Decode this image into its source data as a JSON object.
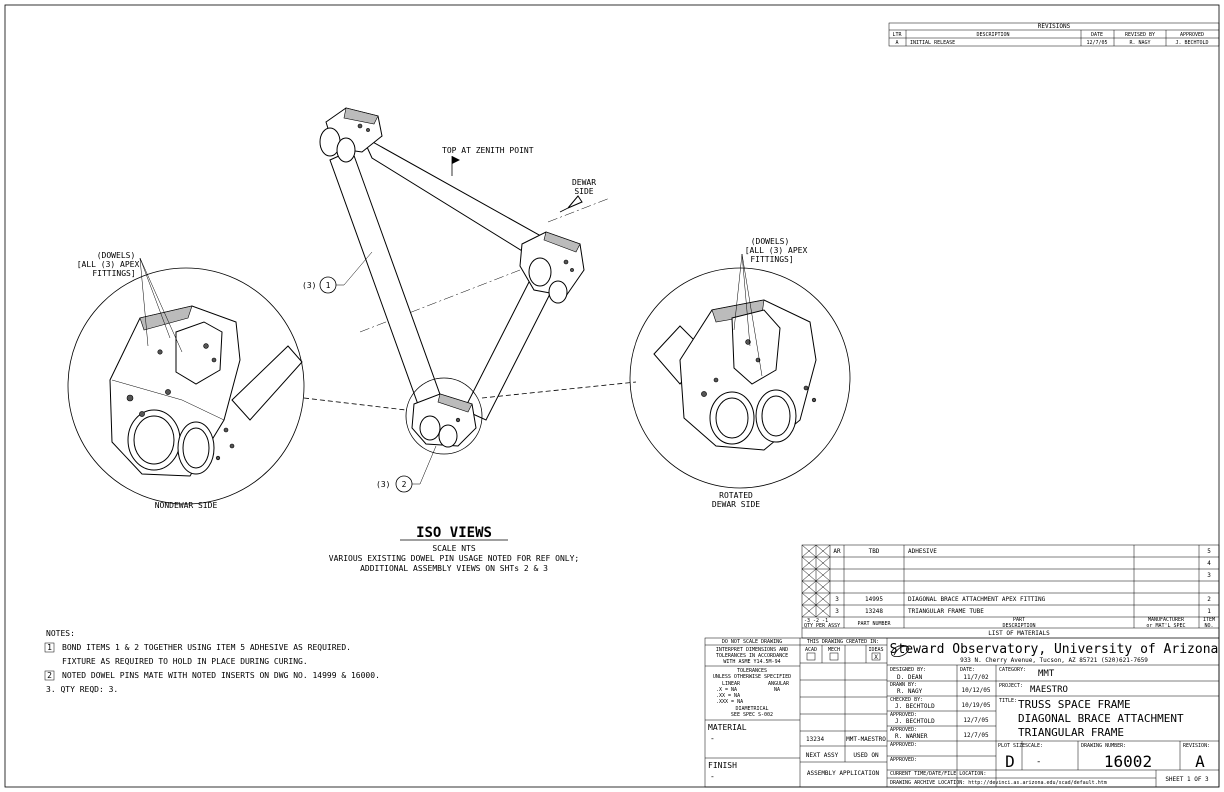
{
  "revisions": {
    "heading": "REVISIONS",
    "cols": [
      "LTR",
      "DESCRIPTION",
      "DATE",
      "REVISED BY",
      "APPROVED"
    ],
    "rows": [
      [
        "A",
        "INITIAL RELEASE",
        "12/7/05",
        "R. NAGY",
        "J. BECHTOLD"
      ]
    ]
  },
  "callouts": {
    "top_zenith": "TOP AT ZENITH POINT",
    "dewar_1": "DEWAR",
    "dewar_2": "SIDE",
    "dowels_left_1": "(DOWELS)",
    "dowels_left_2": "[ALL (3) APEX",
    "dowels_left_3": "FITTINGS]",
    "dowels_right_1": "(DOWELS)",
    "dowels_right_2": "[ALL (3) APEX",
    "dowels_right_3": "FITTINGS]",
    "qty_1": "(3)",
    "item_1": "1",
    "qty_2": "(3)",
    "item_2": "2",
    "nondewar": "NONDEWAR SIDE",
    "rotated_1": "ROTATED",
    "rotated_2": "DEWAR SIDE"
  },
  "iso": {
    "title": "ISO VIEWS",
    "scale": "SCALE NTS",
    "line1": "VARIOUS EXISTING DOWEL PIN USAGE NOTED FOR REF ONLY;",
    "line2": "ADDITIONAL ASSEMBLY VIEWS ON SHTs 2 & 3"
  },
  "notes": {
    "heading": "NOTES:",
    "n1_num": "1",
    "n1_a": "BOND ITEMS 1 & 2 TOGETHER USING ITEM 5 ADHESIVE AS REQUIRED.",
    "n1_b": "FIXTURE AS REQUIRED TO HOLD IN PLACE DURING CURING.",
    "n2_num": "2",
    "n2": "NOTED DOWEL PINS MATE WITH NOTED INSERTS ON DWG NO. 14999 & 16000.",
    "n3": "3. QTY REQD: 3."
  },
  "bom": {
    "rows": [
      {
        "qty": "AR",
        "part": "TBD",
        "desc": "ADHESIVE",
        "mfr": "",
        "item": "5"
      },
      {
        "qty": "",
        "part": "",
        "desc": "",
        "mfr": "",
        "item": "4"
      },
      {
        "qty": "",
        "part": "",
        "desc": "",
        "mfr": "",
        "item": "3"
      },
      {
        "qty": "3",
        "part": "14995",
        "desc": "DIAGONAL BRACE ATTACHMENT APEX FITTING",
        "mfr": "",
        "item": "2"
      },
      {
        "qty": "3",
        "part": "13248",
        "desc": "TRIANGULAR FRAME TUBE",
        "mfr": "",
        "item": "1"
      }
    ],
    "h_dash": "-3  -2  -1",
    "h_qty": "QTY PER ASSY",
    "h_part": "PART NUMBER",
    "h_desc1": "PART",
    "h_desc2": "DESCRIPTION",
    "h_mfr1": "MANUFACTURER",
    "h_mfr2": "or MAT'L SPEC",
    "h_item1": "ITEM",
    "h_item2": "NO.",
    "title": "LIST OF MATERIALS"
  },
  "titleblock": {
    "dnsd": "DO NOT SCALE DRAWING",
    "interp1": "INTERPRET DIMENSIONS AND",
    "interp2": "TOLERANCES IN ACCORDANCE",
    "interp3": "WITH ASME Y14.5M-94",
    "tol": "TOLERANCES",
    "tol_unless": "UNLESS OTHERWISE SPECIFIED",
    "linear": "LINEAR",
    "angular": "ANGULAR",
    "tx": ".X    = NA",
    "txx": ".XX  = NA",
    "txxx": ".XXX = NA",
    "tang": "NA",
    "diam": "DIAMETRICAL",
    "diam_spec": "SEE SPEC S-002",
    "material_label": "MATERIAL",
    "material_val": "-",
    "finish_label": "FINISH",
    "finish_val": "-",
    "created": "THIS DRAWING CREATED IN:",
    "acad": "ACAD",
    "mech": "MECH",
    "ideas": "IDEAS",
    "ideas_mark": "X",
    "next_assy_num": "13234",
    "next_assy_proj": "MMT-MAESTRO",
    "next_assy": "NEXT ASSY",
    "used_on": "USED ON",
    "assembly_app": "ASSEMBLY APPLICATION",
    "org": "Steward Observatory, University of Arizona",
    "address": "933 N. Cherry Avenue, Tucson, AZ  85721   (520)621-7659",
    "designed_by_l": "DESIGNED BY:",
    "designed_by": "D. DEAN",
    "designed_date": "11/7/02",
    "date_l": "DATE:",
    "drawn_by_l": "DRAWN BY:",
    "drawn_by": "R. NAGY",
    "drawn_date": "10/12/05",
    "checked_by_l": "CHECKED BY:",
    "checked_by": "J. BECHTOLD",
    "checked_date": "10/19/05",
    "approved_l": "APPROVED:",
    "approved1": "J. BECHTOLD",
    "approved1_date": "12/7/05",
    "approved2": "R. WARNER",
    "approved2_date": "12/7/05",
    "category_l": "CATEGORY:",
    "category": "MMT",
    "project_l": "PROJECT:",
    "project": "MAESTRO",
    "title_l": "TITLE:",
    "title1": "TRUSS SPACE FRAME",
    "title2": "DIAGONAL BRACE ATTACHMENT",
    "title3": "TRIANGULAR FRAME",
    "plot_size_l": "PLOT SIZE",
    "plot_size": "D",
    "scale_l": "SCALE:",
    "scale": "-",
    "dwg_no_l": "DRAWING NUMBER:",
    "dwg_no": "16002",
    "revision_l": "REVISION:",
    "revision": "A",
    "current_time_l": "CURRENT TIME/DATE/FILE LOCATION:",
    "archive_l": "DRAWING ARCHIVE LOCATION: http://devinci.as.arizona.edu/scad/default.htm",
    "sheet": "SHEET 1 OF 3"
  }
}
